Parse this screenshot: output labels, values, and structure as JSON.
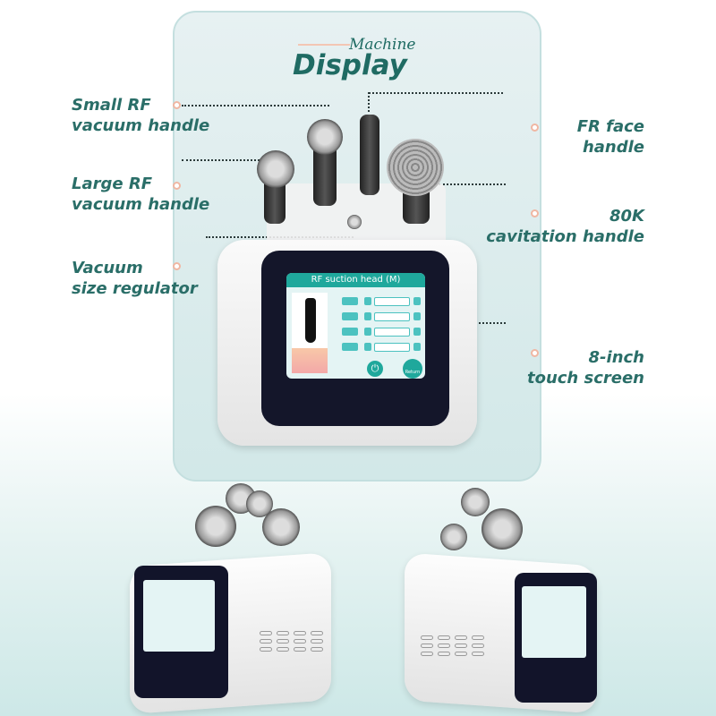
{
  "header": {
    "subtitle": "Machine",
    "title": "Display"
  },
  "callouts": {
    "small_rf": [
      "Small RF",
      "vacuum handle"
    ],
    "large_rf": [
      "Large RF",
      "vacuum handle"
    ],
    "vacuum": [
      "Vacuum",
      "size regulator"
    ],
    "fr_face": [
      "FR face",
      "handle"
    ],
    "cavitation": [
      "80K",
      "cavitation handle"
    ],
    "touch": [
      "8-inch",
      "touch screen"
    ]
  },
  "screen": {
    "title": "RF suction head (M)",
    "return_label": "Return",
    "power_icon": "power-icon"
  },
  "colors": {
    "accent": "#1f6b63",
    "screen_teal": "#1fa89c",
    "dot_ring": "#f0b7a3"
  }
}
